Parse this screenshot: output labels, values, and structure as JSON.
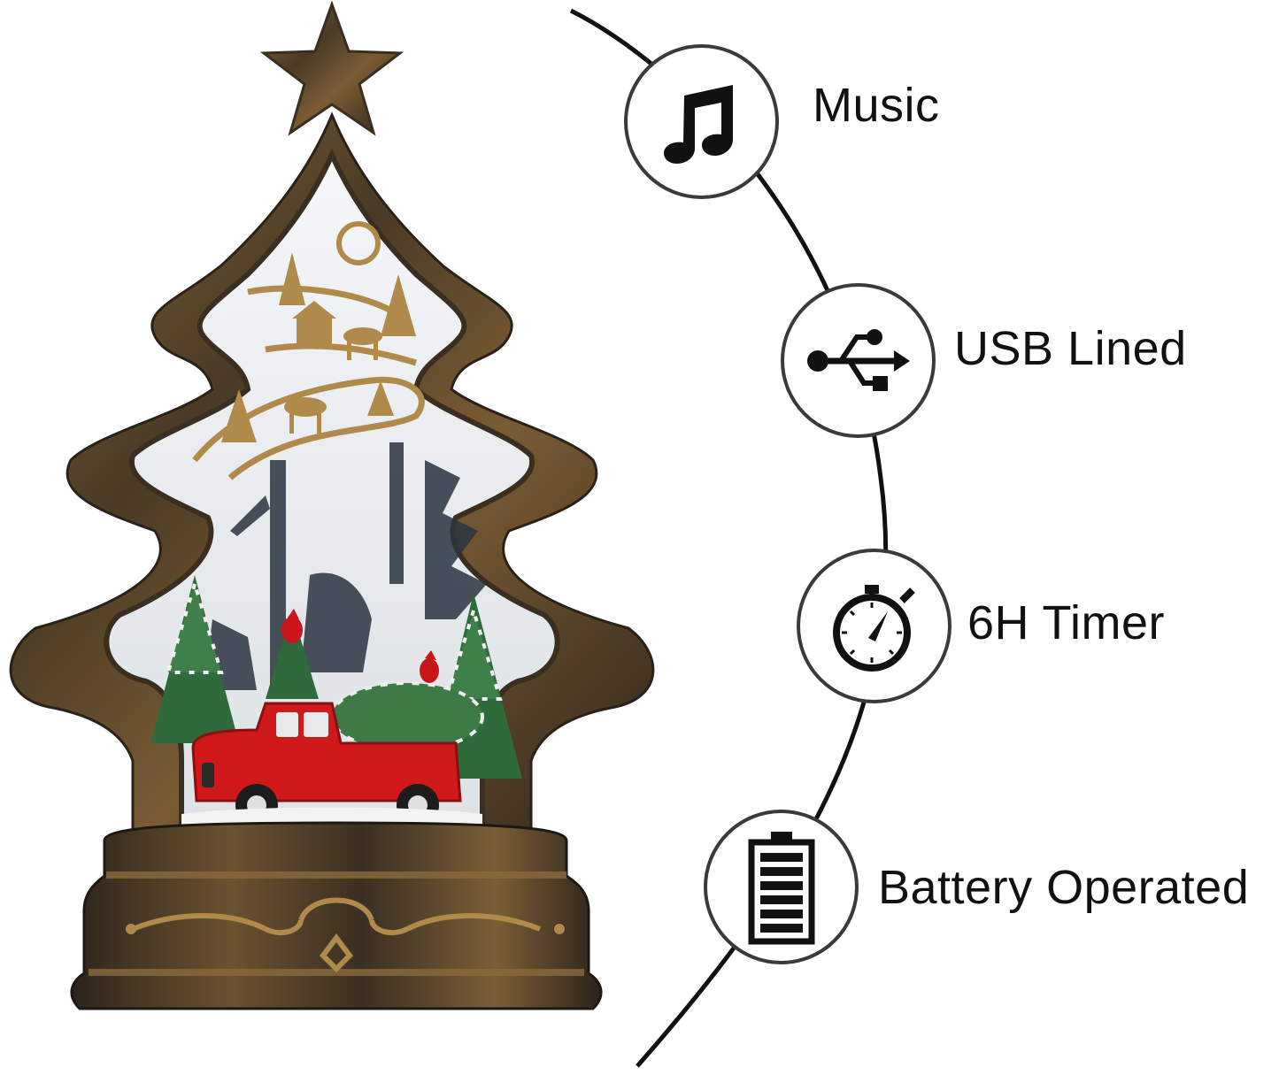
{
  "features": [
    {
      "label": "Music",
      "icon": "music-note-icon"
    },
    {
      "label": "USB Lined",
      "icon": "usb-icon"
    },
    {
      "label": "6H Timer",
      "icon": "stopwatch-icon"
    },
    {
      "label": "Battery Operated",
      "icon": "battery-icon"
    }
  ],
  "product": {
    "name": "christmas-tree-snow-globe-lantern",
    "frame_color": "#6b5230",
    "truck_color": "#d0191b"
  }
}
